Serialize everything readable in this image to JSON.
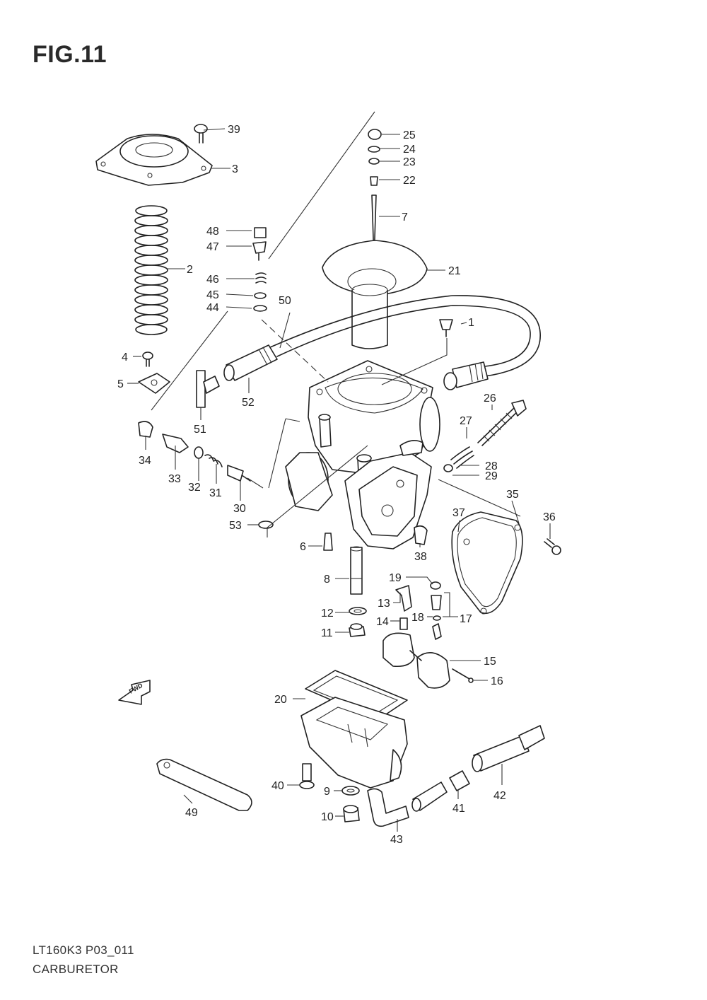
{
  "figure": {
    "title": "FIG.11",
    "model_code": "LT160K3 P03_011",
    "name": "CARBURETOR"
  },
  "fwd_label": "FWD",
  "callouts": [
    "1",
    "2",
    "3",
    "4",
    "5",
    "6",
    "7",
    "8",
    "9",
    "10",
    "11",
    "12",
    "13",
    "14",
    "15",
    "16",
    "17",
    "18",
    "19",
    "20",
    "21",
    "22",
    "23",
    "24",
    "25",
    "26",
    "27",
    "28",
    "29",
    "30",
    "31",
    "32",
    "33",
    "34",
    "35",
    "36",
    "37",
    "38",
    "39",
    "40",
    "41",
    "42",
    "43",
    "44",
    "45",
    "46",
    "47",
    "48",
    "49",
    "50",
    "51",
    "52",
    "53"
  ]
}
